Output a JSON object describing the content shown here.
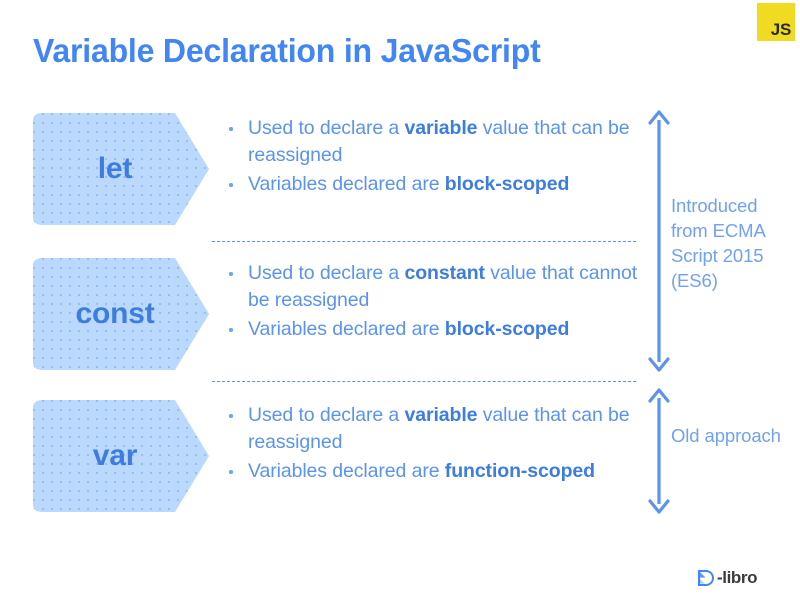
{
  "slide": {
    "title": "Variable Declaration in JavaScript",
    "background_color": "#FFFFFF",
    "accent_color": "#4285F4",
    "shape_fill_color": "#BBD9FD",
    "body_text_color": "#5A93F0"
  },
  "badge": {
    "name": "js-logo",
    "text": "JS",
    "background_color": "#F0DB22",
    "text_color": "#2B2B20"
  },
  "rows": [
    {
      "keyword": "let",
      "bullets": [
        {
          "pre": "Used to declare a ",
          "strong": "variable",
          "post": " value that can be reassigned"
        },
        {
          "pre": "Variables declared are ",
          "strong": "block-scoped",
          "post": ""
        }
      ]
    },
    {
      "keyword": "const",
      "bullets": [
        {
          "pre": "Used to declare a ",
          "strong": "constant",
          "post": " value that cannot be reassigned"
        },
        {
          "pre": "Variables declared are ",
          "strong": "block-scoped",
          "post": ""
        }
      ]
    },
    {
      "keyword": "var",
      "bullets": [
        {
          "pre": "Used to declare a ",
          "strong": "variable",
          "post": " value that can be reassigned"
        },
        {
          "pre": "Variables declared are ",
          "strong": "function-scoped",
          "post": ""
        }
      ]
    }
  ],
  "annotations": [
    {
      "name": "es6-note",
      "text": "Introduced from ECMA Script 2015 (ES6)"
    },
    {
      "name": "old-approach-note",
      "text": "Old approach"
    }
  ],
  "footer": {
    "logo_text": "-libro",
    "logo_mark": "d-libro-mark",
    "logo_color": "#4285F4"
  }
}
